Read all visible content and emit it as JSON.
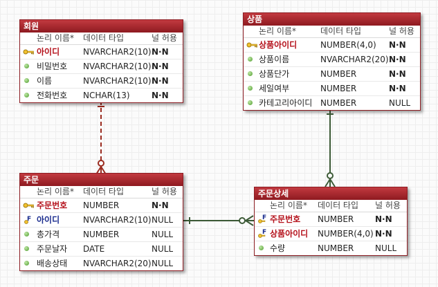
{
  "header_labels": {
    "logical_name": "논리 이름*",
    "data_type": "데이터 타입",
    "null_allow": "널 허용"
  },
  "entities": {
    "member": {
      "title": "회원",
      "columns": [
        {
          "name": "아이디",
          "type": "NVARCHAR2(10)",
          "null": "N·N",
          "key": "pk"
        },
        {
          "name": "비밀번호",
          "type": "NVARCHAR2(10)",
          "null": "N·N",
          "key": "none"
        },
        {
          "name": "이름",
          "type": "NVARCHAR2(10)",
          "null": "N·N",
          "key": "none"
        },
        {
          "name": "전화번호",
          "type": "NCHAR(13)",
          "null": "N·N",
          "key": "none"
        }
      ]
    },
    "product": {
      "title": "상품",
      "columns": [
        {
          "name": "상품아이디",
          "type": "NUMBER(4,0)",
          "null": "N·N",
          "key": "pk"
        },
        {
          "name": "상품이름",
          "type": "NVARCHAR2(20)",
          "null": "N·N",
          "key": "none"
        },
        {
          "name": "상품단가",
          "type": "NUMBER",
          "null": "N·N",
          "key": "none"
        },
        {
          "name": "세일여부",
          "type": "NUMBER",
          "null": "N·N",
          "key": "none"
        },
        {
          "name": "카테고리아이디",
          "type": "NUMBER",
          "null": "NULL",
          "key": "none"
        }
      ]
    },
    "order": {
      "title": "주문",
      "columns": [
        {
          "name": "주문번호",
          "type": "NUMBER",
          "null": "N·N",
          "key": "pk"
        },
        {
          "name": "아이디",
          "type": "NVARCHAR2(10)",
          "null": "NULL",
          "key": "fk"
        },
        {
          "name": "총가격",
          "type": "NUMBER",
          "null": "NULL",
          "key": "none"
        },
        {
          "name": "주문날자",
          "type": "DATE",
          "null": "NULL",
          "key": "none"
        },
        {
          "name": "배송상태",
          "type": "NVARCHAR2(20)",
          "null": "NULL",
          "key": "none"
        }
      ]
    },
    "order_detail": {
      "title": "주문상세",
      "columns": [
        {
          "name": "주문번호",
          "type": "NUMBER",
          "null": "N·N",
          "key": "pkfk"
        },
        {
          "name": "상품아이디",
          "type": "NUMBER(4,0)",
          "null": "N·N",
          "key": "pkfk"
        },
        {
          "name": "수량",
          "type": "NUMBER",
          "null": "NULL",
          "key": "none"
        }
      ]
    }
  },
  "relationships": [
    {
      "from": "회원",
      "to": "주문",
      "style": "dashed",
      "color": "#9a2a1e"
    },
    {
      "from": "상품",
      "to": "주문상세",
      "style": "solid",
      "color": "#3c5a36"
    },
    {
      "from": "주문",
      "to": "주문상세",
      "style": "solid",
      "color": "#3c5a36"
    }
  ]
}
